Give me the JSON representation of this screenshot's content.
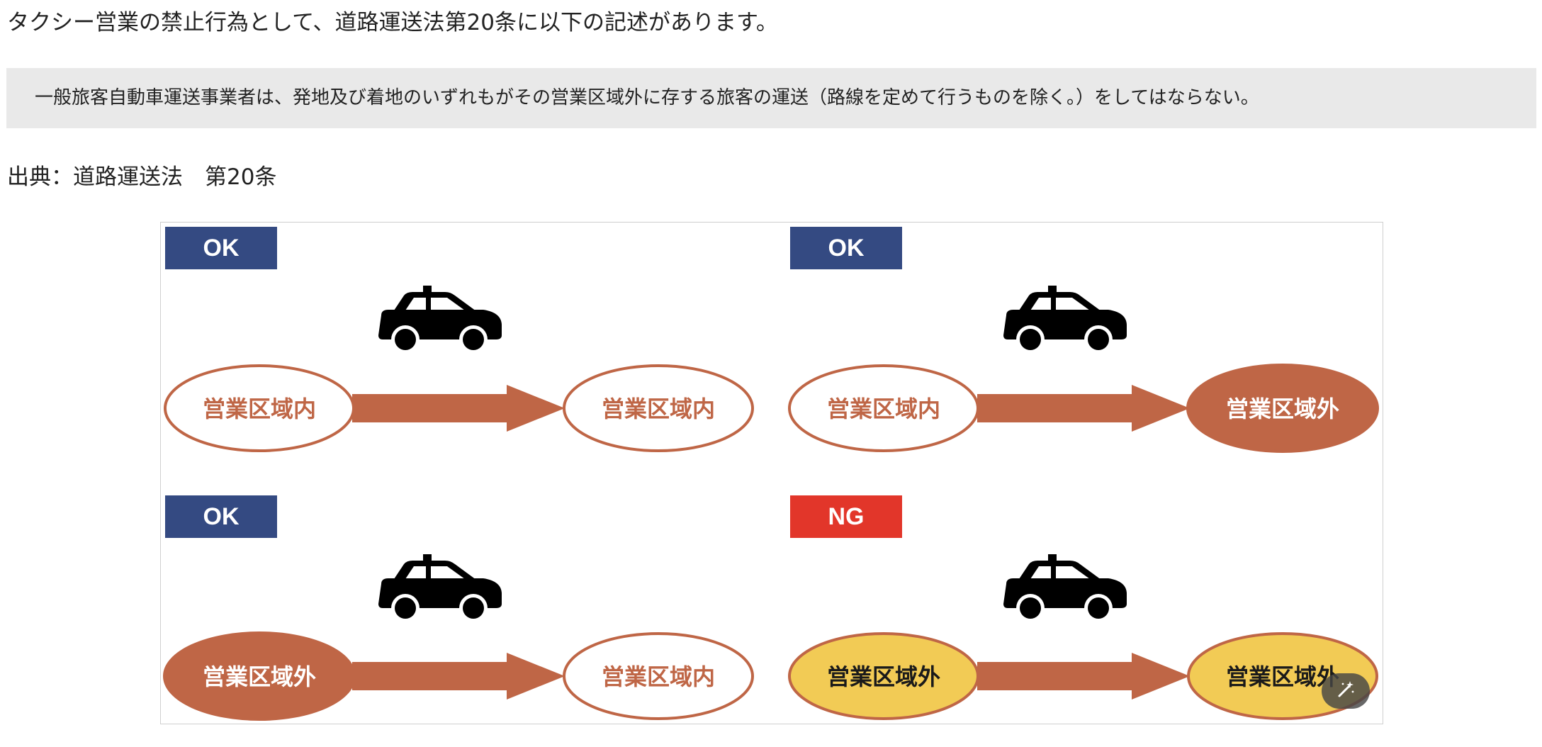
{
  "article": {
    "intro": "タクシー営業の禁止行為として、道路運送法第20条に以下の記述があります。",
    "quote": "一般旅客自動車運送事業者は、発地及び着地のいずれもがその営業区域外に存する旅客の運送（路線を定めて行うものを除く。）をしてはならない。",
    "source": "出典：道路運送法　第20条"
  },
  "diagram": {
    "colors": {
      "ok_badge": "#344a82",
      "ng_badge": "#e2362a",
      "arrow": "#bf6646",
      "outline": "#bf6646",
      "yellow_fill": "#f2cb55",
      "car": "#000000"
    },
    "panels": [
      {
        "badge": "OK",
        "from": "営業区域内",
        "to": "営業区域内"
      },
      {
        "badge": "OK",
        "from": "営業区域内",
        "to": "営業区域外"
      },
      {
        "badge": "OK",
        "from": "営業区域外",
        "to": "営業区域内"
      },
      {
        "badge": "NG",
        "from": "営業区域外",
        "to": "営業区域外"
      }
    ]
  },
  "icons": {
    "vehicle": "taxi-icon",
    "edit": "magic-wand-icon"
  }
}
